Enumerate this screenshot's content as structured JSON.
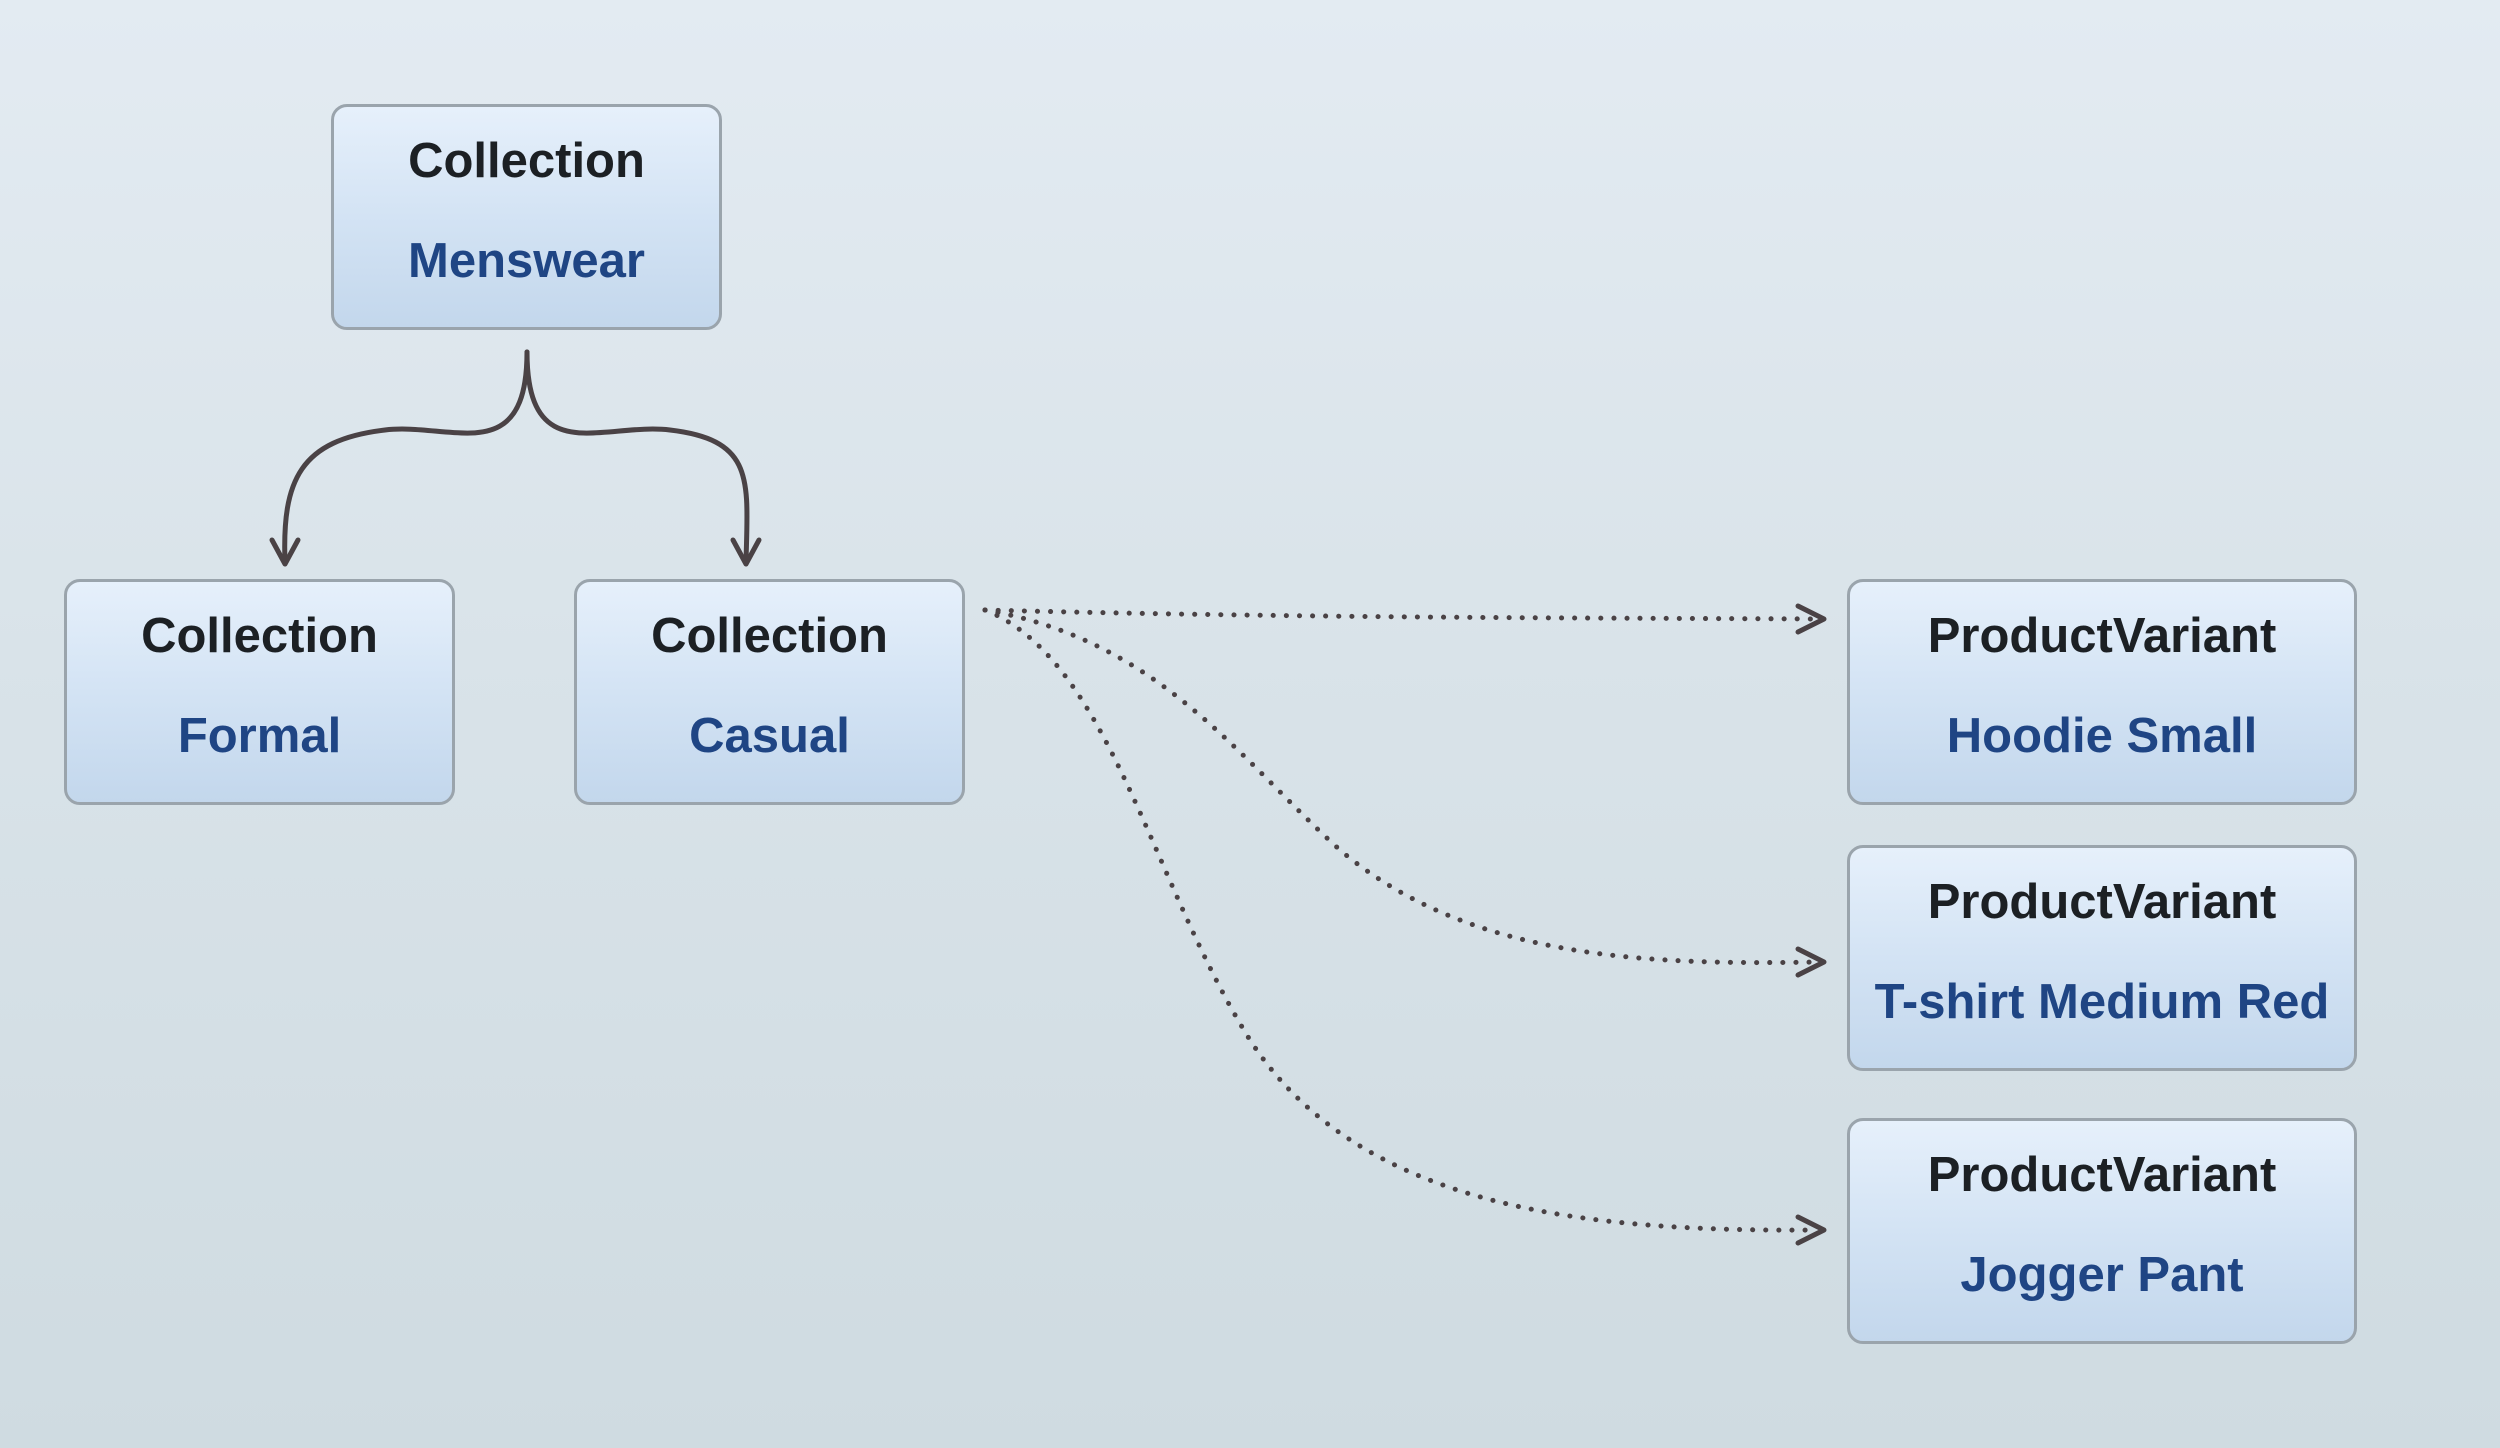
{
  "nodes": {
    "menswear": {
      "type": "Collection",
      "name": "Menswear"
    },
    "formal": {
      "type": "Collection",
      "name": "Formal"
    },
    "casual": {
      "type": "Collection",
      "name": "Casual"
    },
    "hoodie": {
      "type": "ProductVariant",
      "name": "Hoodie Small"
    },
    "tshirt": {
      "type": "ProductVariant",
      "name": "T-shirt Medium Red"
    },
    "jogger": {
      "type": "ProductVariant",
      "name": "Jogger Pant"
    }
  },
  "edges": [
    {
      "from": "menswear",
      "to": "formal",
      "style": "solid"
    },
    {
      "from": "menswear",
      "to": "casual",
      "style": "solid"
    },
    {
      "from": "casual",
      "to": "hoodie",
      "style": "dotted"
    },
    {
      "from": "casual",
      "to": "tshirt",
      "style": "dotted"
    },
    {
      "from": "casual",
      "to": "jogger",
      "style": "dotted"
    }
  ],
  "colors": {
    "edge": "#4a4245",
    "node_border": "#9aa4ac",
    "type_text": "#1c2024",
    "name_text": "#1f4584"
  }
}
